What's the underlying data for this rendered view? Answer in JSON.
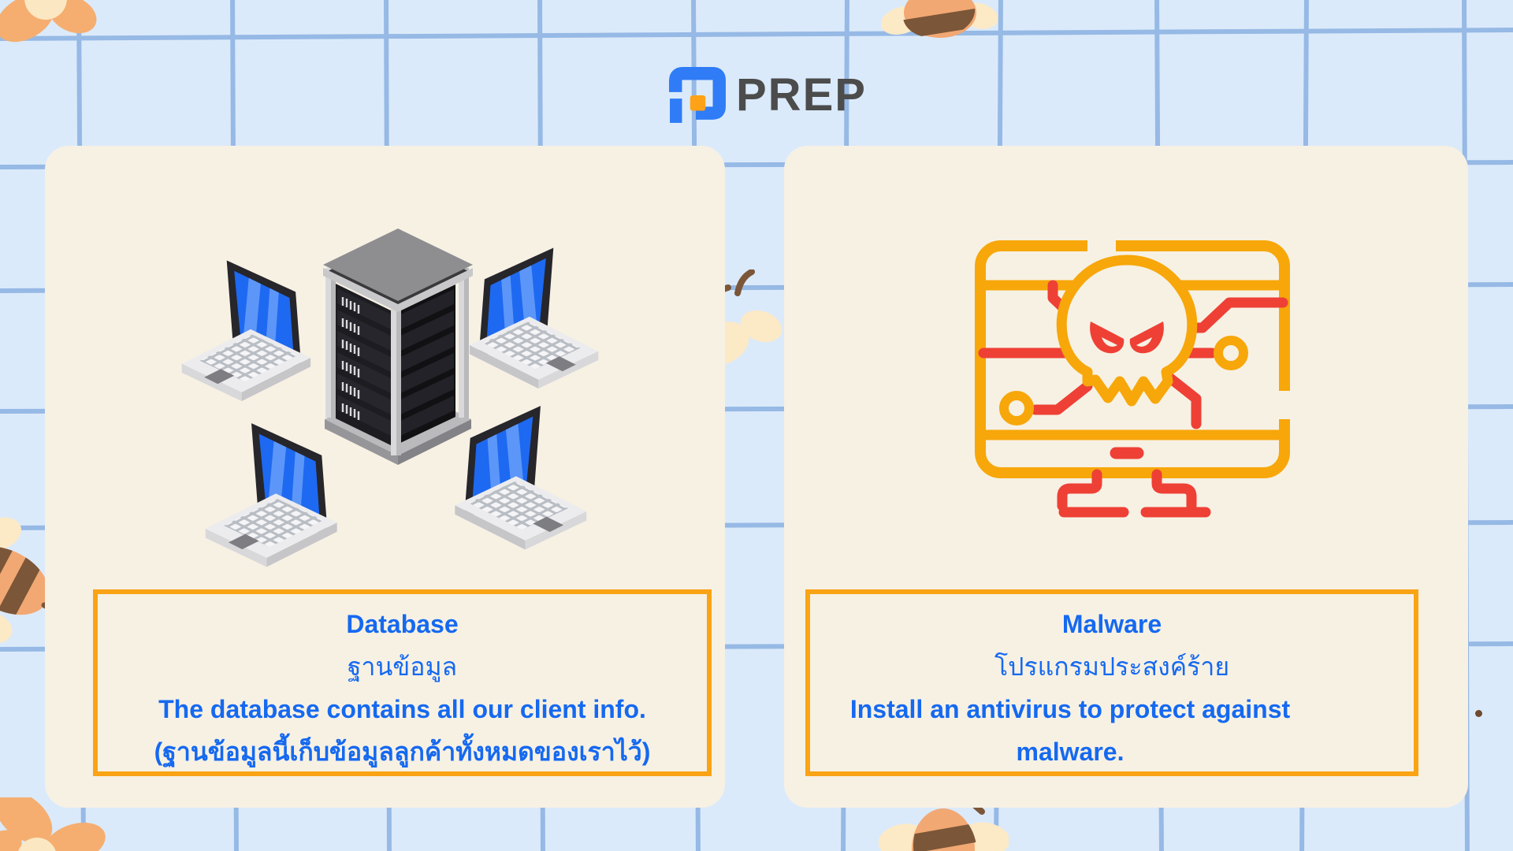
{
  "logo": {
    "brand": "PREP"
  },
  "cards": [
    {
      "term": "Database",
      "thai_term": "ฐานข้อมูล",
      "example": "The database contains all our client info.",
      "thai_example": "(ฐานข้อมูลนี้เก็บข้อมูลลูกค้าทั้งหมดของเราไว้)",
      "illustration": "isometric server rack connected to four laptops"
    },
    {
      "term": "Malware",
      "thai_term": "โปรแกรมประสงค์ร้าย",
      "example": "Install an antivirus to protect against malware.",
      "illustration": "monitor with skull and circuit traces"
    }
  ],
  "colors": {
    "background": "#DBEAFA",
    "grid": "#93B7E4",
    "card": "#F7F1E4",
    "box_border": "#F9A315",
    "text_blue": "#1569F0",
    "malware_orange": "#F7A70A",
    "malware_red": "#EE4035",
    "logo_blue": "#2F7CF6",
    "logo_orange": "#FFA217",
    "logo_text": "#4C4C4C"
  }
}
